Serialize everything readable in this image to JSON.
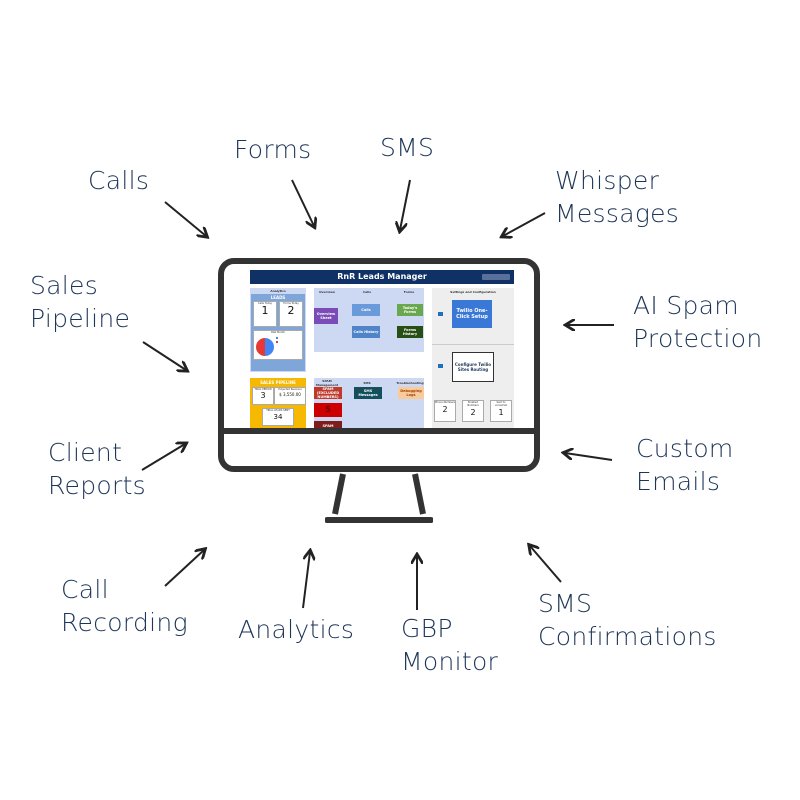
{
  "labels": {
    "calls": "Calls",
    "forms": "Forms",
    "sms": "SMS",
    "whisper": [
      "Whisper",
      "Messages"
    ],
    "sales_pipeline": [
      "Sales",
      "Pipeline"
    ],
    "ai_spam": [
      "AI Spam",
      "Protection"
    ],
    "client_reports": [
      "Client",
      "Reports"
    ],
    "custom_emails": [
      "Custom",
      "Emails"
    ],
    "call_recording": [
      "Call",
      "Recording"
    ],
    "analytics": "Analytics",
    "gbp_monitor": [
      "GBP",
      "Monitor"
    ],
    "sms_confirmations": [
      "SMS",
      "Confirmations"
    ]
  },
  "screen": {
    "title": "RnR Leads Manager",
    "analytics": {
      "heading": "Analytics",
      "leads_title": "LEADS",
      "calls_today_label": "Calls Today",
      "calls_today": "1",
      "forms_today_label": "Forms Today",
      "forms_today": "2",
      "past_month": "Past Month",
      "pie_values": [
        "2",
        "2"
      ]
    },
    "sections": {
      "overview": "Overview",
      "calls": "Calls",
      "forms": "Forms",
      "settings": "Settings and Configuration",
      "spam": "SPAM Management",
      "sms": "SMS",
      "troubleshooting": "Troubleshooting"
    },
    "buttons": {
      "overview_sheet": "Overview Sheet",
      "calls": "Calls",
      "calls_history": "Calls History",
      "todays_forms": "Today's Forms",
      "forms_history": "Forms History",
      "spam_excluded": "SPAM (EXCLUDED NUMBERS)",
      "spam_count": "5",
      "spam_detection": "SPAM NUMBER DETECTION",
      "sms_messages": "SMS Messages",
      "debugging_logs": "Debugging Logs",
      "twilio_setup": "Twilio One-Click Setup",
      "configure_routing": "Configure Twilio Sites Routing"
    },
    "pipeline": {
      "title": "SALES PIPELINE",
      "trial_period_label": "TRIAL PERIOD",
      "trial_period": "3",
      "projected_revenue_label": "Projected Revenue",
      "projected_revenue": "$ 3,550.00",
      "leads_sent_label": "TRIAL LEADS SENT",
      "leads_sent": "34"
    },
    "stats": {
      "phone_numbers_label": "Phone Numbers",
      "phone_numbers": "2",
      "enabled_numbers_label": "Enabled Numbers",
      "enabled_numbers": "2",
      "sent_to_voicemail_label": "Sent to voicemail",
      "sent_to_voicemail": "1"
    }
  },
  "colors": {
    "label_text": "#1d3557",
    "header": "#0f3165",
    "pipeline": "#f6b800",
    "twilio_blue": "#3a78d8"
  }
}
